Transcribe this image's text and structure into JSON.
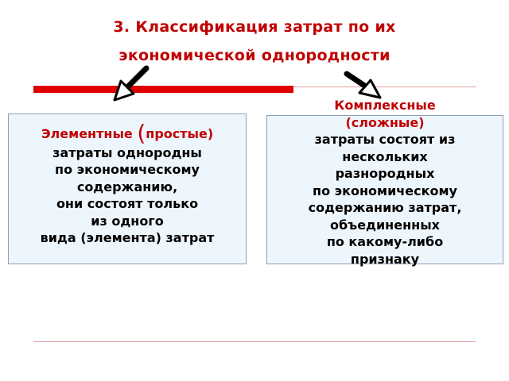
{
  "title": {
    "line1": "3. Классификация затрат по их",
    "line2": "экономической однородности"
  },
  "left_box": {
    "heading_word": "Элементные",
    "heading_paren_open": "(",
    "heading_rest": "простые)",
    "lines": [
      "затраты однородны",
      "по экономическому",
      "содержанию,",
      "они состоят только",
      "из одного",
      "вида (элемента) затрат"
    ]
  },
  "right_box": {
    "heading_line1": "Комплексные",
    "heading_line2": "(сложные)",
    "lines": [
      "затраты состоят из",
      "нескольких",
      "разнородных",
      "по экономическому",
      "содержанию затрат,",
      "объединенных",
      "по какому-либо",
      "признаку"
    ]
  },
  "colors": {
    "accent_red": "#c00000",
    "rule_red": "#e00000",
    "box_fill": "#eef6fd",
    "box_border": "#8aa0b8"
  },
  "icons": {
    "left_arrow": "arrow-down-left-icon",
    "right_arrow": "arrow-down-right-icon"
  }
}
